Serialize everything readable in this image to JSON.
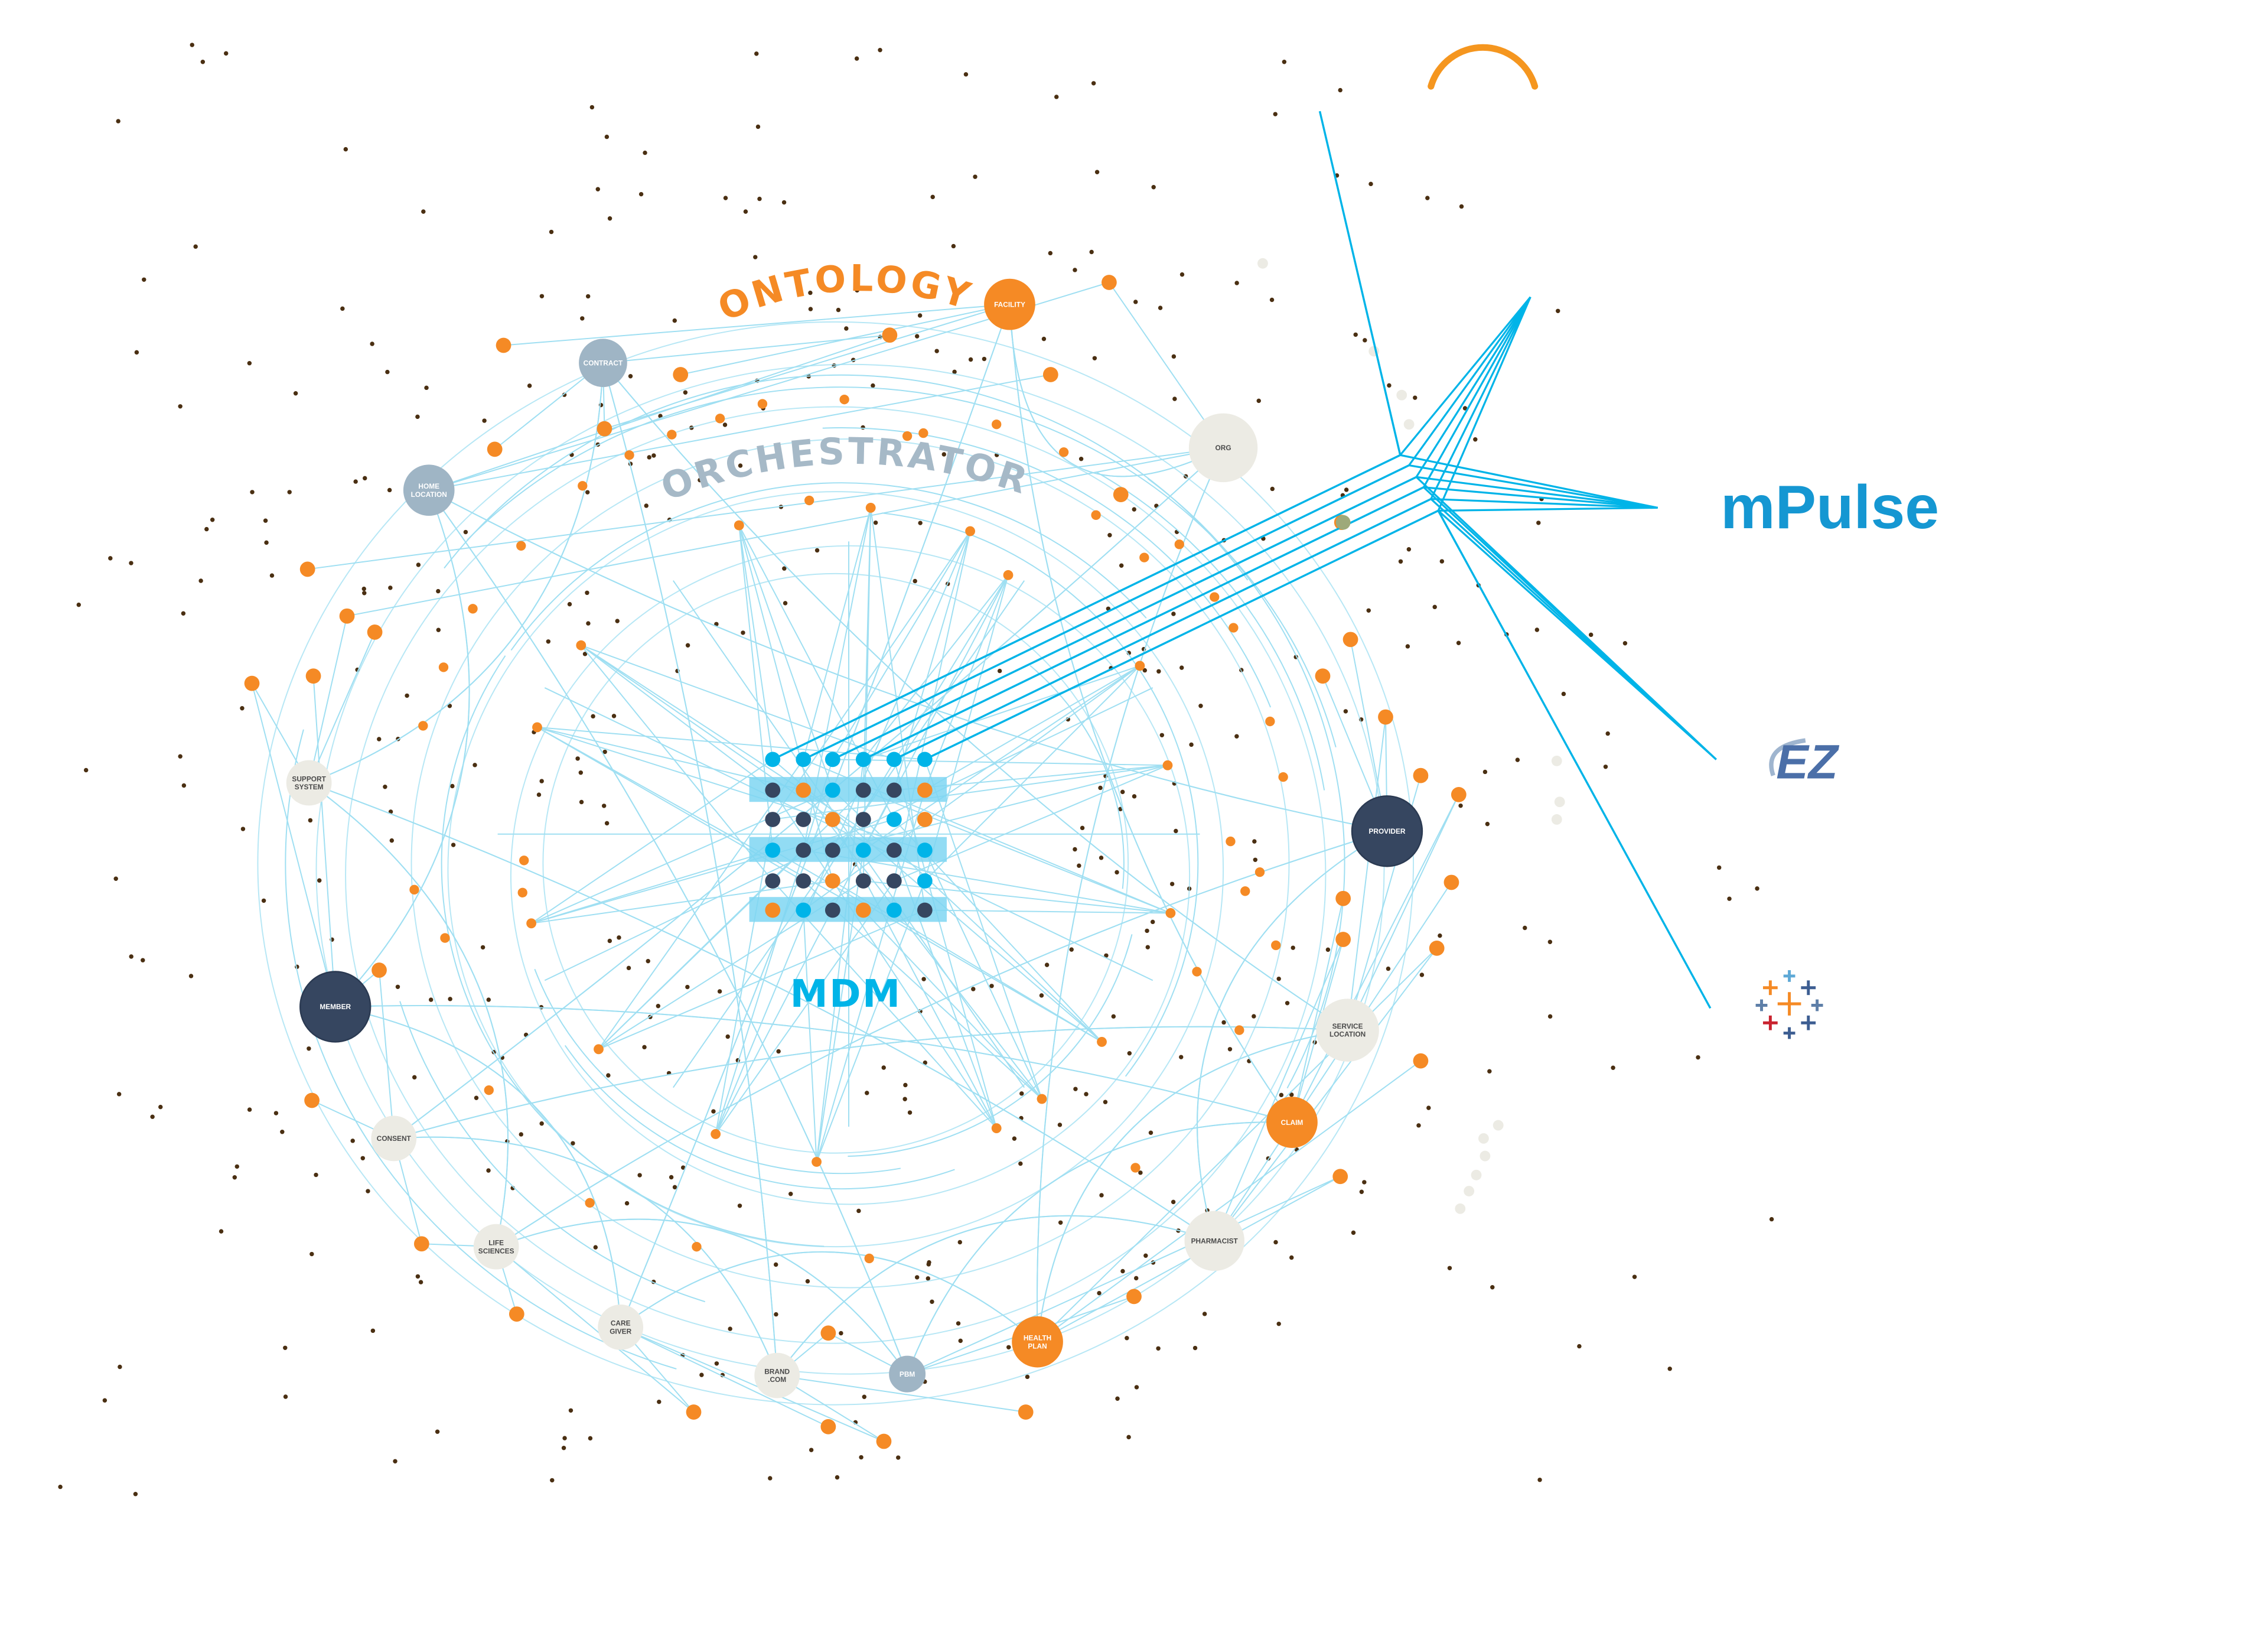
{
  "colors": {
    "cyan": "#00b4e8",
    "light_cyan": "#9fdff2",
    "highlight": "#7fd6f2",
    "orange": "#f58a25",
    "navy": "#364660",
    "grey_blue": "#9fb5c5",
    "beige": "#ecebe4",
    "dark_dot": "#4a2f12",
    "ontology": "#f58a25",
    "orchestrator": "#a6b9c7",
    "mdm": "#00b4e8",
    "mpulse": "#1597d2",
    "ez": "#4b6fa8"
  },
  "labels": {
    "ontology": "ONTOLOGY",
    "orchestrator": "ORCHESTRATOR",
    "mdm": "MDM"
  },
  "integrations": {
    "mpulse": "mPulse",
    "ez": "EZ",
    "tableau_icon": "tableau-cross-icon",
    "top_arc_icon": "orange-arc-icon"
  },
  "nodes": [
    {
      "id": "facility",
      "lines": [
        "FACILITY"
      ],
      "style": "orange"
    },
    {
      "id": "contract",
      "lines": [
        "CONTRACT"
      ],
      "style": "greyblue"
    },
    {
      "id": "home-location",
      "lines": [
        "HOME",
        "LOCATION"
      ],
      "style": "greyblue"
    },
    {
      "id": "org",
      "lines": [
        "ORG"
      ],
      "style": "beige"
    },
    {
      "id": "support-system",
      "lines": [
        "SUPPORT",
        "SYSTEM"
      ],
      "style": "beige"
    },
    {
      "id": "member",
      "lines": [
        "MEMBER"
      ],
      "style": "navy"
    },
    {
      "id": "consent",
      "lines": [
        "CONSENT"
      ],
      "style": "beige"
    },
    {
      "id": "life-sciences",
      "lines": [
        "LIFE",
        "SCIENCES"
      ],
      "style": "beige"
    },
    {
      "id": "care-giver",
      "lines": [
        "CARE",
        "GIVER"
      ],
      "style": "beige"
    },
    {
      "id": "brand-com",
      "lines": [
        "BRAND",
        ".COM"
      ],
      "style": "beige"
    },
    {
      "id": "pbm",
      "lines": [
        "PBM"
      ],
      "style": "greyblue"
    },
    {
      "id": "health-plan",
      "lines": [
        "HEALTH",
        "PLAN"
      ],
      "style": "orange"
    },
    {
      "id": "pharmacist",
      "lines": [
        "PHARMACIST"
      ],
      "style": "beige"
    },
    {
      "id": "claim",
      "lines": [
        "CLAIM"
      ],
      "style": "orange"
    },
    {
      "id": "service-location",
      "lines": [
        "SERVICE",
        "LOCATION"
      ],
      "style": "beige"
    },
    {
      "id": "provider",
      "lines": [
        "PROVIDER"
      ],
      "style": "navy"
    }
  ],
  "mdm_grid": [
    [
      "c",
      "c",
      "c",
      "c",
      "c",
      "c"
    ],
    [
      "n",
      "o",
      "c",
      "n",
      "n",
      "o"
    ],
    [
      "n",
      "n",
      "o",
      "n",
      "c",
      "o"
    ],
    [
      "c",
      "n",
      "n",
      "c",
      "n",
      "c"
    ],
    [
      "n",
      "n",
      "o",
      "n",
      "n",
      "c"
    ],
    [
      "o",
      "c",
      "n",
      "o",
      "c",
      "n"
    ]
  ]
}
